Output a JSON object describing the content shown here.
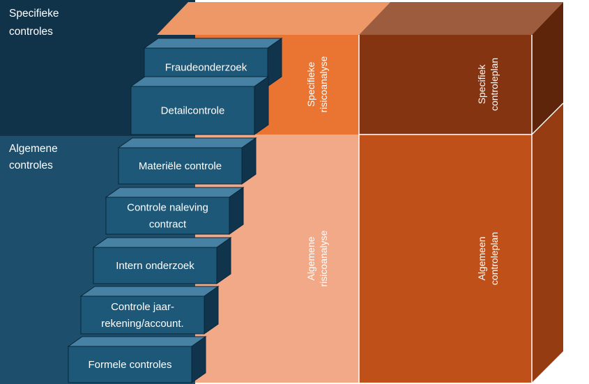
{
  "sections": {
    "specific_label_line1": "Specifieke",
    "specific_label_line2": "controles",
    "general_label_line1": "Algemene",
    "general_label_line2": "controles"
  },
  "steps": [
    {
      "line1": "Fraudeonderzoek",
      "line2": ""
    },
    {
      "line1": "Detailcontrole",
      "line2": ""
    },
    {
      "line1": "Materiële controle",
      "line2": ""
    },
    {
      "line1": "Controle naleving",
      "line2": "contract"
    },
    {
      "line1": "Intern onderzoek",
      "line2": ""
    },
    {
      "line1": "Controle jaar-",
      "line2": "rekening/account."
    },
    {
      "line1": "Formele controles",
      "line2": ""
    }
  ],
  "analysis": {
    "specific_line1": "Specifieke",
    "specific_line2": "risicoanalyse",
    "general_line1": "Algemene",
    "general_line2": "risicoanalyse"
  },
  "plan": {
    "specific_line1": "Specifiek",
    "specific_line2": "controleplan",
    "general_line1": "Algemeen",
    "general_line2": "controleplan"
  },
  "colors": {
    "navy_dark": "#11334a",
    "navy_mid": "#1d4e6b",
    "step_front": "#1d5878",
    "step_top": "#4781a3",
    "step_side": "#10344b",
    "orange_bright": "#ea7533",
    "orange_light": "#f2a988",
    "orange_top": "#ee9767",
    "rust_dark": "#843410",
    "rust_mid": "#c0501a",
    "rust_top": "#9e5c3e",
    "rust_side_dark": "#5e250b",
    "rust_side_mid": "#953c13"
  }
}
